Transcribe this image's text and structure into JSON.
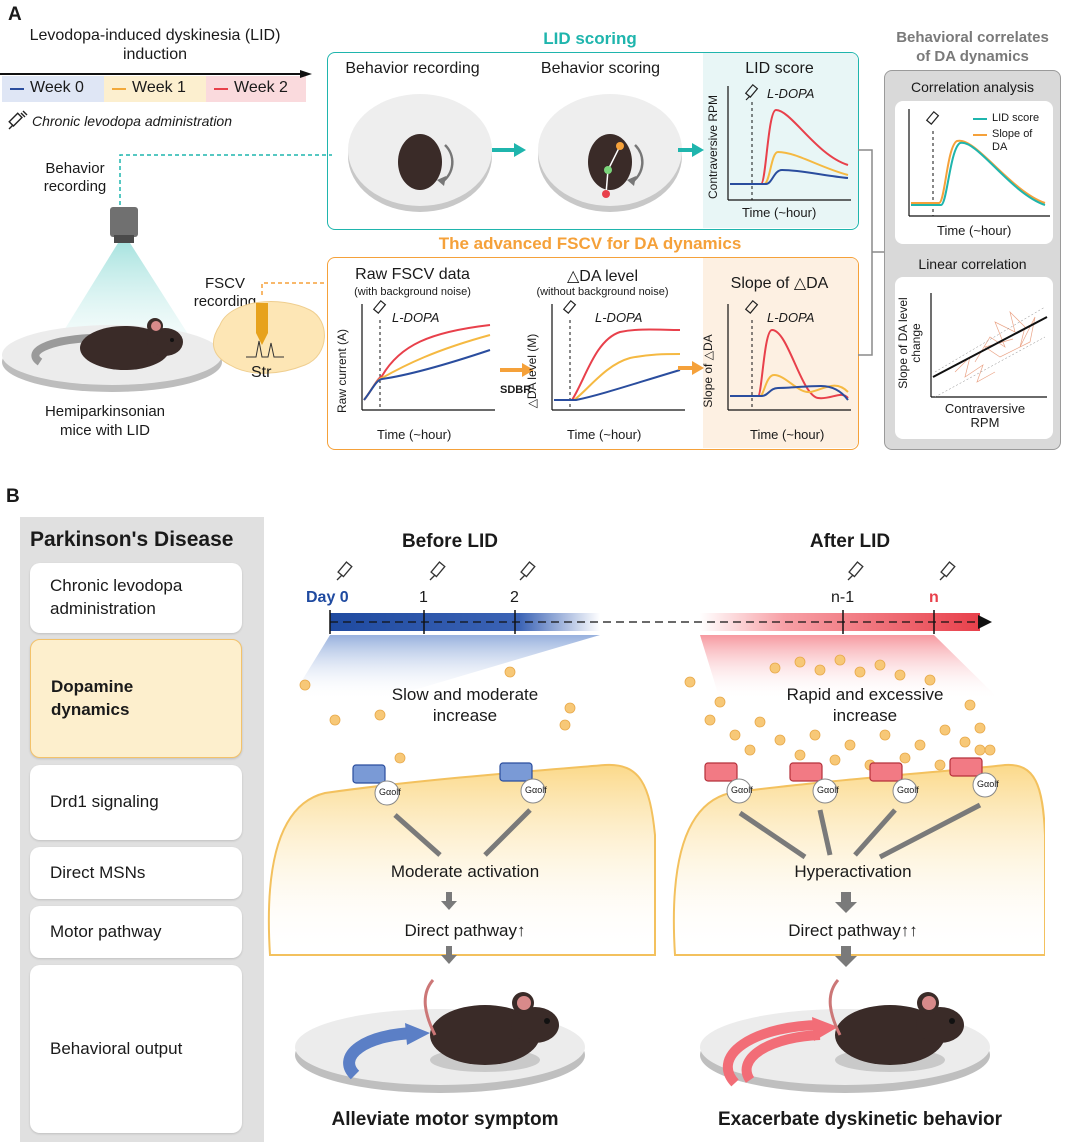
{
  "panel_a": {
    "label": "A",
    "induction": {
      "title_line1": "Levodopa-induced dyskinesia (LID)",
      "title_line2": "induction",
      "weeks": [
        {
          "label": "Week 0",
          "color": "#2a4d9e",
          "bg": "#dfe6f5"
        },
        {
          "label": "Week 1",
          "color": "#f2a93b",
          "bg": "#fcefcf"
        },
        {
          "label": "Week 2",
          "color": "#e8404b",
          "bg": "#fadadd"
        }
      ],
      "chronic_label": "Chronic levodopa administration"
    },
    "behavior_recording_label": [
      "Behavior",
      "recording"
    ],
    "fscv_recording_label": [
      "FSCV",
      "recording"
    ],
    "str_label": "Str",
    "mice_label": [
      "Hemiparkinsonian",
      "mice with LID"
    ],
    "lid_scoring": {
      "title": "LID scoring",
      "col1": "Behavior recording",
      "col2": "Behavior scoring",
      "col3": "LID score",
      "ylabel": "Contraversive RPM",
      "xlabel": "Time (~hour)",
      "marker": "L-DOPA"
    },
    "fscv": {
      "title": "The advanced FSCV for DA dynamics",
      "col1": "Raw FSCV data",
      "col1_sub": "(with background noise)",
      "col1_ylabel": "Raw current (A)",
      "col2": "△DA level",
      "col2_sub": "(without background noise)",
      "col2_ylabel": "△DA level (M)",
      "col3": "Slope of △DA",
      "col3_ylabel": "Slope of △DA",
      "xlabel": "Time (~hour)",
      "marker": "L-DOPA",
      "sdbr": "SDBR"
    },
    "correlates": {
      "title_line1": "Behavioral correlates",
      "title_line2": "of DA dynamics",
      "corr_title": "Correlation analysis",
      "legend1": "LID score",
      "legend2_line1": "Slope of",
      "legend2_line2": "DA",
      "corr_xlabel": "Time (~hour)",
      "lin_title": "Linear correlation",
      "lin_ylabel_line1": "Slope of DA level",
      "lin_ylabel_line2": "change",
      "lin_xlabel_line1": "Contraversive",
      "lin_xlabel_line2": "RPM"
    },
    "colors": {
      "teal": "#1fb5ad",
      "orange": "#f5a13a",
      "red": "#e8404b",
      "blue": "#2a4d9e",
      "yellow": "#f5b942"
    }
  },
  "panel_b": {
    "label": "B",
    "sidebar": {
      "title": "Parkinson's Disease",
      "items": [
        "Chronic levodopa administration",
        "Dopamine dynamics",
        "Drd1 signaling",
        "Direct MSNs",
        "Motor pathway",
        "Behavioral output"
      ]
    },
    "before": {
      "title": "Before LID",
      "ticks": [
        "Day 0",
        "1",
        "2"
      ],
      "dopamine": [
        "Slow and moderate",
        "increase"
      ],
      "receptor": "Gαolf",
      "activation": "Moderate activation",
      "pathway": "Direct pathway↑",
      "outcome": "Alleviate motor symptom"
    },
    "after": {
      "title": "After LID",
      "ticks": [
        "n-1",
        "n"
      ],
      "dopamine": [
        "Rapid and excessive",
        "increase"
      ],
      "receptor": "Gαolf",
      "activation": "Hyperactivation",
      "pathway": "Direct pathway↑↑",
      "outcome": "Exacerbate dyskinetic behavior"
    }
  }
}
